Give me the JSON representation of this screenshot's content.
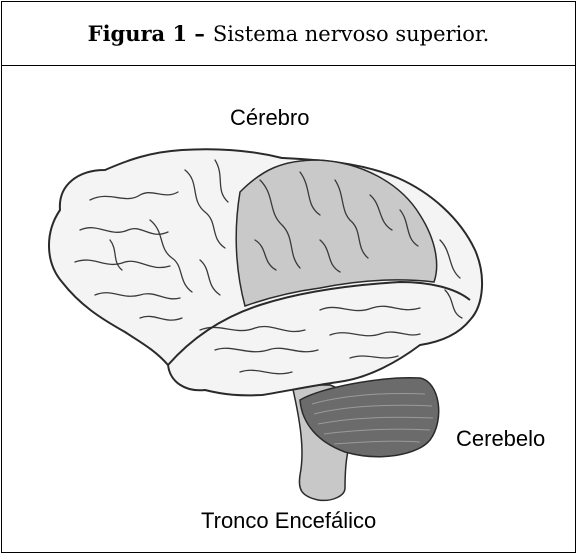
{
  "figure": {
    "caption_number": "Figura 1 –",
    "caption_text": "Sistema nervoso superior."
  },
  "labels": {
    "cerebro": "Cérebro",
    "cerebelo": "Cerebelo",
    "tronco": "Tronco Encefálico"
  },
  "colors": {
    "border": "#000000",
    "cortex_light": "#f4f4f4",
    "cortex_shaded": "#c9c9c9",
    "cerebellum": "#6b6b6b",
    "brainstem": "#c8c8c8",
    "outline": "#2a2a2a"
  }
}
